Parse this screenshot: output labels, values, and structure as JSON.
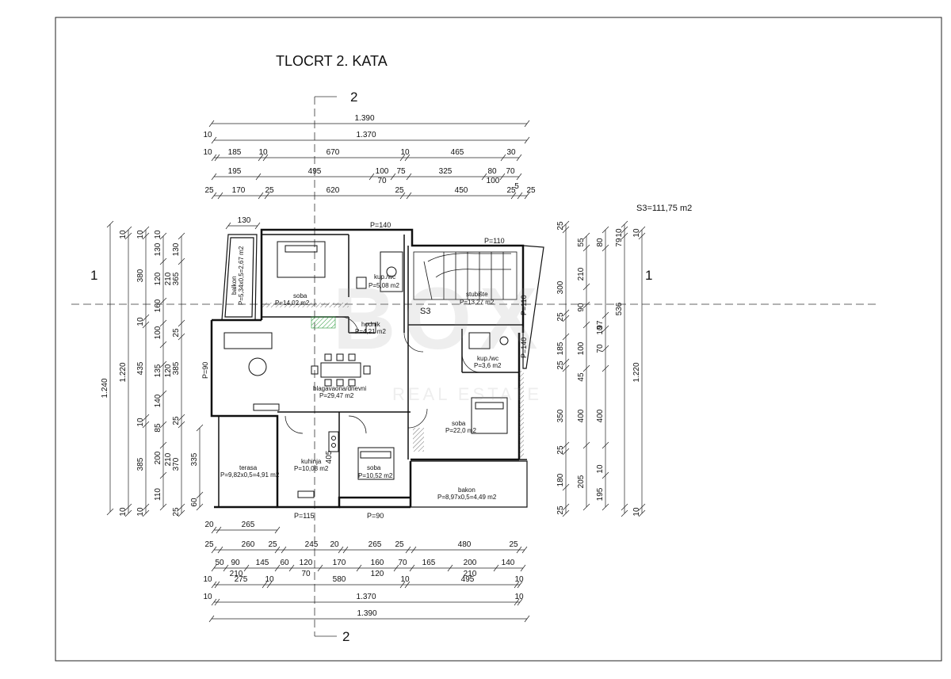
{
  "title": "TLOCRT 2. KATA",
  "area_total": "S3=111,75 m2",
  "stair_label": "S3",
  "watermark": {
    "logo": "BOX",
    "tagline": "REAL ESTATE"
  },
  "section_markers": {
    "top": "2",
    "bottom": "2",
    "left": "1",
    "right": "1"
  },
  "rooms": {
    "balkon_left": {
      "name": "balkon",
      "area": "P=5,34x0,5=2,67 m2"
    },
    "soba_1": {
      "name": "soba",
      "area": "P=14,02 m2"
    },
    "kupaonica_1": {
      "name": "kup./wc",
      "area": "P=5,08 m2"
    },
    "hodnik": {
      "name": "hodnik",
      "area": "P=4,21 m2"
    },
    "stubiste": {
      "name": "stubište",
      "area": "P=13,27 m2"
    },
    "kupaonica_2": {
      "name": "kup./wc",
      "area": "P=3,6 m2"
    },
    "dnevni": {
      "name": "blagavaona/dnevni",
      "area": "P=29,47 m2"
    },
    "soba_2": {
      "name": "soba",
      "area": "P=22,0 m2"
    },
    "terasa": {
      "name": "terasa",
      "area": "P=9,82x0,5=4,91 m2"
    },
    "kuhinja": {
      "name": "kuhinja",
      "area": "P=10,08 m2"
    },
    "soba_3": {
      "name": "soba",
      "area": "P=10,52 m2"
    },
    "balkon_right": {
      "name": "bakon",
      "area": "P=8,97x0,5=4,49 m2"
    }
  },
  "openings": {
    "p140_top": "P=140",
    "p110_top": "P=110",
    "p110_side": "P=110",
    "p140_side": "P=140",
    "p90_left": "P=90",
    "p115_bottom": "P=115",
    "p90_bottom": "P=90"
  },
  "dims": {
    "top": {
      "r1": [
        "1.390"
      ],
      "r2": [
        "10",
        "1.370"
      ],
      "r3": [
        "10",
        "185",
        "10",
        "670",
        "10",
        "465",
        "30"
      ],
      "r4": [
        "195",
        "495",
        "100",
        "75",
        "325",
        "80",
        "70"
      ],
      "r4_sub": [
        "70",
        "100",
        "5"
      ],
      "r5": [
        "25",
        "170",
        "25",
        "620",
        "25",
        "450",
        "25",
        "25"
      ],
      "r6": [
        "130"
      ]
    },
    "bottom": {
      "r1": [
        "20",
        "265"
      ],
      "r2": [
        "25",
        "260",
        "25",
        "245",
        "20",
        "265",
        "25",
        "480",
        "25"
      ],
      "r3": [
        "50",
        "90",
        "145",
        "60",
        "120",
        "170",
        "160",
        "70",
        "165",
        "200",
        "140"
      ],
      "r3_sub": [
        "210",
        "70",
        "120",
        "210"
      ],
      "r4": [
        "10",
        "275",
        "10",
        "580",
        "10",
        "495",
        "10"
      ],
      "r5": [
        "10",
        "1.370",
        "10"
      ],
      "r6": [
        "1.390"
      ]
    },
    "left": {
      "c1": [
        "1.240"
      ],
      "c2": [
        "10",
        "1.220",
        "10"
      ],
      "c3": [
        "10",
        "380",
        "10",
        "435",
        "10",
        "385",
        "10"
      ],
      "c4": [
        "10",
        "130",
        "120",
        "160",
        "100",
        "135",
        "85",
        "140",
        "200",
        "110"
      ],
      "c4_sub": [
        "210",
        "120",
        "210"
      ],
      "c5": [
        "130",
        "365",
        "25",
        "385",
        "25",
        "370",
        "25"
      ],
      "c6": [
        "335",
        "60",
        "405"
      ]
    },
    "right": {
      "c1": [
        "25",
        "300",
        "25",
        "185",
        "25",
        "350",
        "25",
        "180",
        "25"
      ],
      "c2": [
        "55",
        "210",
        "90",
        "100",
        "45",
        "400",
        "205"
      ],
      "c3": [
        "80",
        "97",
        "10",
        "70",
        "400",
        "195",
        "10"
      ],
      "c4": [
        "79",
        "536",
        "10"
      ],
      "c5": [
        "10",
        "1.220",
        "10"
      ]
    }
  }
}
